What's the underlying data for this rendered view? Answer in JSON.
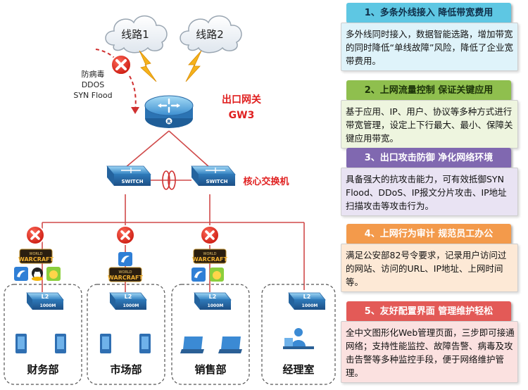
{
  "gateway": {
    "label": "出口网关",
    "name": "GW3"
  },
  "lines": [
    "线路1",
    "线路2"
  ],
  "attacks": [
    "防病毒",
    "DDOS",
    "SYN Flood"
  ],
  "core_switch_label": "核心交换机",
  "switch_text": "SWITCH",
  "access_switch": {
    "l2": "L2",
    "speed": "1000M"
  },
  "router_badge": "R",
  "game_logo_text": [
    "WORLD",
    "WARCRAFT"
  ],
  "departments": [
    "财务部",
    "市场部",
    "销售部",
    "经理室"
  ],
  "features": [
    {
      "title": "1、多条外线接入   降低带宽费用",
      "body": "多外线同时接入，数据智能选路，增加带宽的同时降低“单线故障”风险，降低了企业宽带费用。",
      "header_bg": "#5ec7e3",
      "header_color": "#10304a",
      "body_bg": "#dff3fa"
    },
    {
      "title": "2、上网流量控制   保证关键应用",
      "body": "基于应用、IP、用户、协议等多种方式进行带宽管理，设定上下行最大、最小、保障关键应用带宽。",
      "header_bg": "#8fbf4e",
      "header_color": "#1c3309",
      "body_bg": "#eef5df"
    },
    {
      "title": "3、出口攻击防御   净化网络环境",
      "body": "具备强大的抗攻击能力，可有效抵御SYN Flood、DDoS、IP报文分片攻击、IP地址扫描攻击等攻击行为。",
      "header_bg": "#8068b0",
      "header_color": "#ffffff",
      "body_bg": "#e9e3f3"
    },
    {
      "title": "4、上网行为审计   规范员工办公",
      "body": "满足公安部82号令要求，记录用户访问过的网站、访问的URL、IP地址、上网时间等。",
      "header_bg": "#f39a4b",
      "header_color": "#ffffff",
      "body_bg": "#fde9d6"
    },
    {
      "title": "5、友好配置界面   管理维护轻松",
      "body": "全中文图形化Web管理页面，三步即可接通网络；支持性能监控、故障告警、病毒及攻击告警等多种监控手段，便于网络维护管理。",
      "header_bg": "#e35a57",
      "header_color": "#ffffff",
      "body_bg": "#fbe1e0"
    }
  ],
  "colors": {
    "link": "#d63a3a",
    "accent_red": "#e02020",
    "device_blue": "#3a8fd6",
    "cloud_edge": "#9aa6b2"
  }
}
